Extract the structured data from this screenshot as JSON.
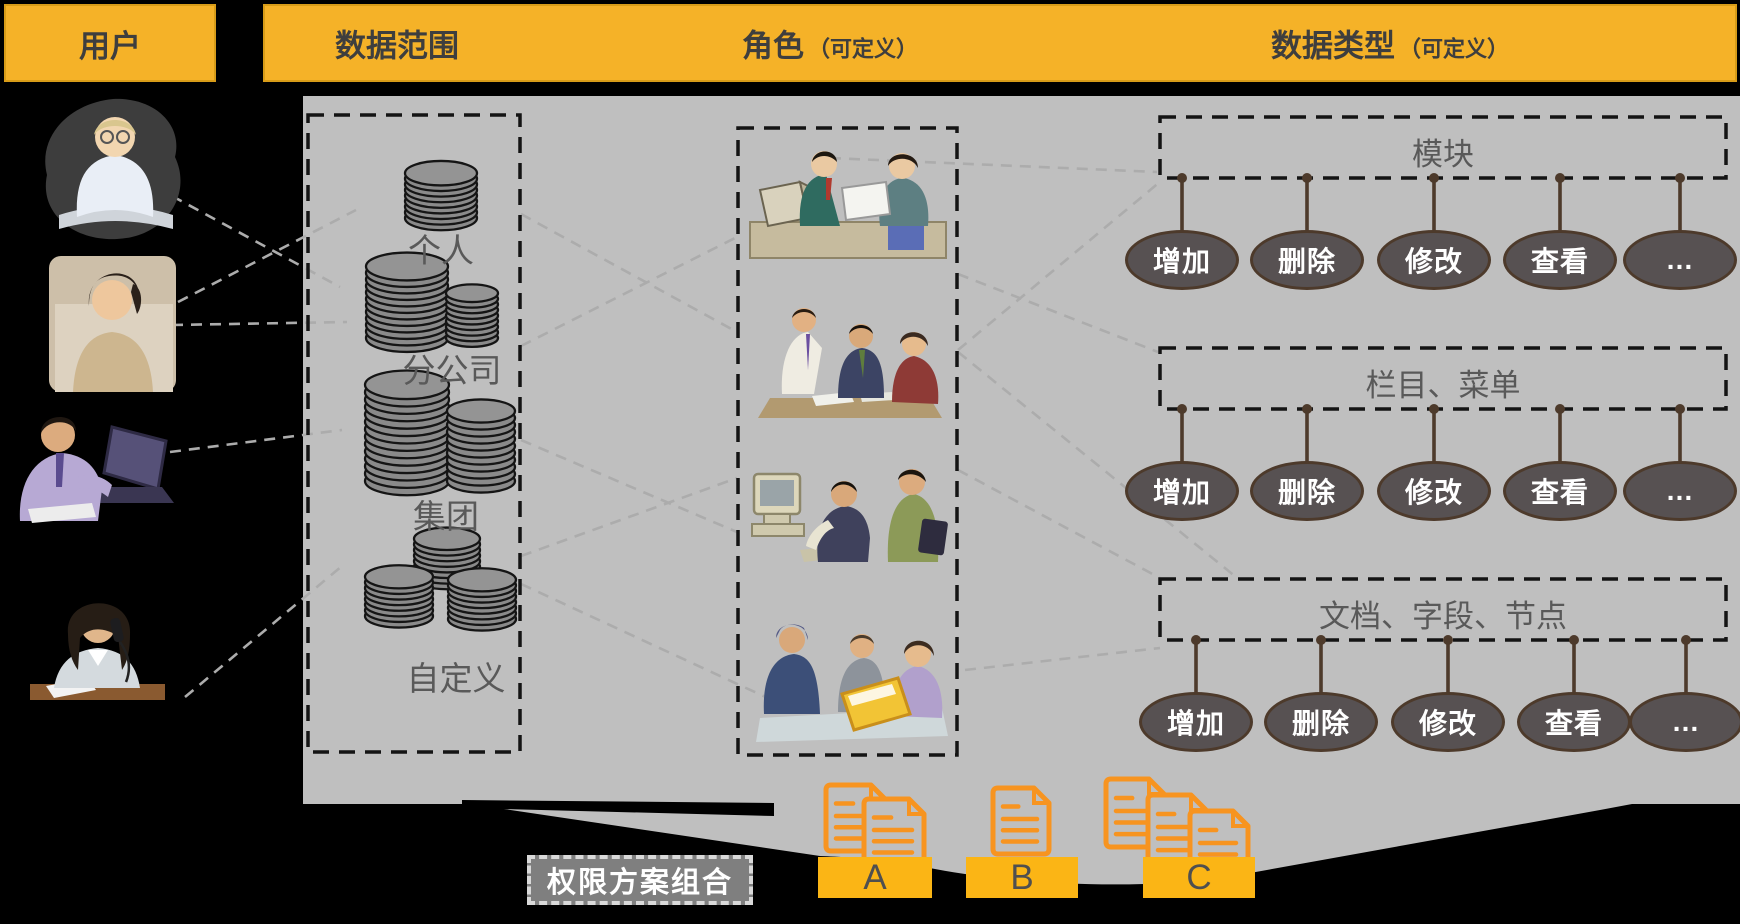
{
  "headers": {
    "users": "用户",
    "data_scope": "数据范围",
    "roles": "角色",
    "roles_note": "（可定义）",
    "data_types": "数据类型",
    "data_types_note": "（可定义）"
  },
  "users": {
    "photos": [
      "user-photo-woman-glasses",
      "user-photo-woman-beige",
      "user-photo-man-laptop",
      "user-photo-woman-phone"
    ]
  },
  "data_scope": {
    "items": [
      {
        "label": "个人",
        "icon": "database-stack-small"
      },
      {
        "label": "分公司",
        "icon": "database-stack-double"
      },
      {
        "label": "集团",
        "icon": "database-stack-large"
      },
      {
        "label": "自定义",
        "icon": "database-stack-triple"
      }
    ]
  },
  "roles": {
    "cliparts": [
      "role-group-reception",
      "role-group-meeting",
      "role-group-computer",
      "role-group-review"
    ]
  },
  "data_types": {
    "groups": [
      {
        "title": "模块",
        "actions": [
          "增加",
          "删除",
          "修改",
          "查看",
          "…"
        ]
      },
      {
        "title": "栏目、菜单",
        "actions": [
          "增加",
          "删除",
          "修改",
          "查看",
          "…"
        ]
      },
      {
        "title": "文档、字段、节点",
        "actions": [
          "增加",
          "删除",
          "修改",
          "查看",
          "…"
        ]
      }
    ]
  },
  "bottom": {
    "combo_label": "权限方案组合",
    "schemes": [
      {
        "label": "A",
        "doc_count": 2
      },
      {
        "label": "B",
        "doc_count": 1
      },
      {
        "label": "C",
        "doc_count": 3
      }
    ]
  },
  "colors": {
    "accent-yellow": "#F5B228",
    "scheme-yellow": "#FBB515",
    "panel-gray": "#BFBFBF",
    "ellipse-fill": "#575152",
    "ellipse-border": "#4D3A2B",
    "doc-orange": "#F79420",
    "header-text": "#3E3E3E",
    "label-gray": "#595959",
    "combo-gray": "#7F7F7F",
    "line-gray": "#ACACAC"
  }
}
